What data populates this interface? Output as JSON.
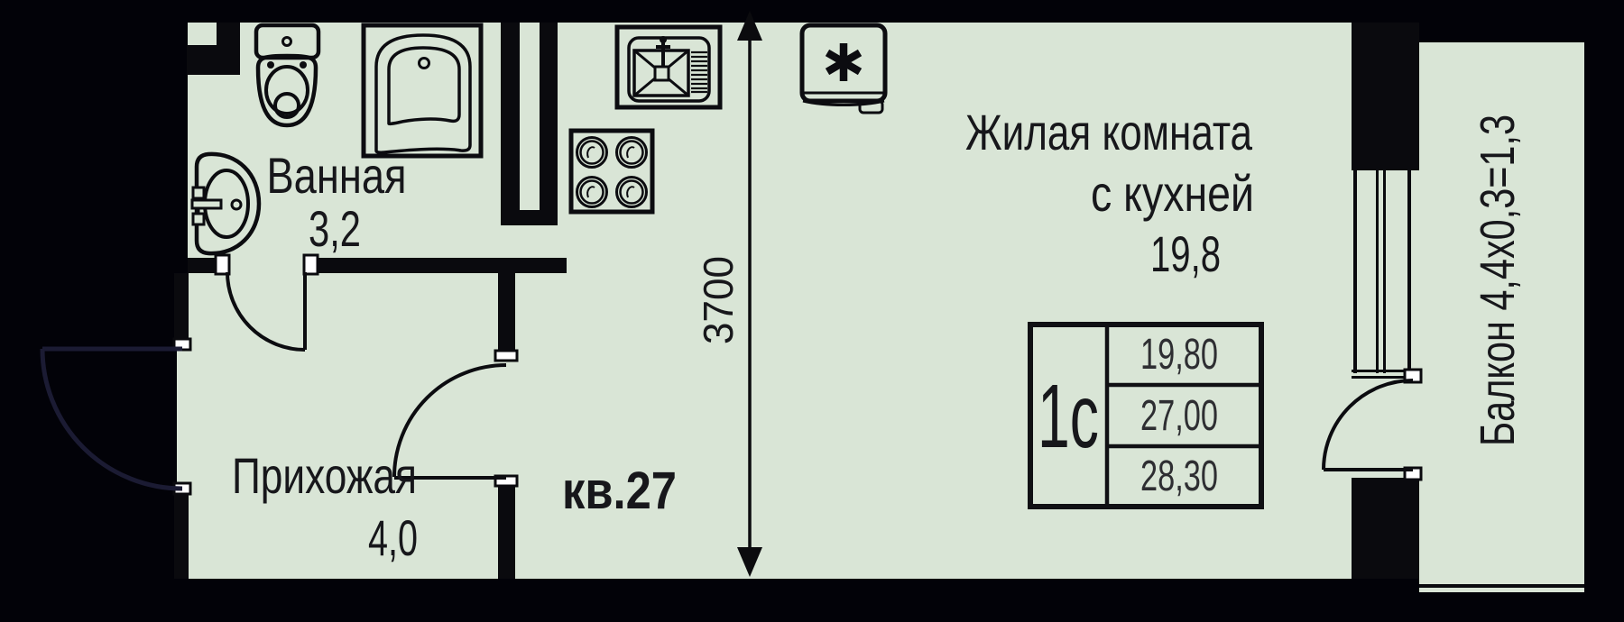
{
  "colors": {
    "background": "#020208",
    "floor": "#d9e5d6",
    "wall": "#0a0a0e",
    "line": "#0c0c10",
    "jamb": "#ffffff",
    "entrance_arc": "#1b1b33",
    "label_text": "#17171b",
    "table_number_text": "#2e2e32"
  },
  "rooms": {
    "bathroom": {
      "name": "Ванная",
      "area": "3,2"
    },
    "hallway": {
      "name": "Прихожая",
      "area": "4,0"
    },
    "living": {
      "name_line1": "Жилая комната",
      "name_line2": "с кухней",
      "area": "19,8"
    },
    "balcony": {
      "label": "Балкон 4,4х0,3=1,3"
    }
  },
  "apartment_number": "кв.27",
  "dimension_vertical": "3700",
  "info_table": {
    "unit_type": "1с",
    "living_area": "19,80",
    "floor_area": "27,00",
    "total_area": "28,30"
  },
  "fixtures": [
    "toilet-icon",
    "washbasin-icon",
    "bathtub-icon",
    "kitchen-sink-icon",
    "stove-icon",
    "refrigerator-icon"
  ]
}
